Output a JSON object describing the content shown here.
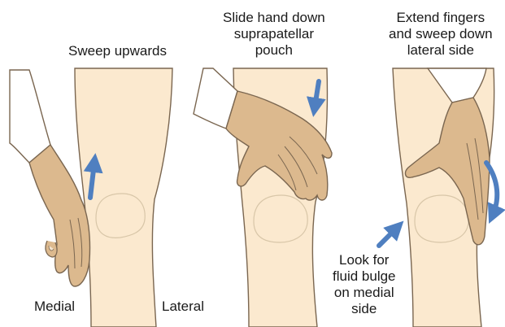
{
  "colors": {
    "skin_leg": "#fbe9cf",
    "skin_hand": "#dcb98e",
    "outline": "#7a6650",
    "sleeve": "#ffffff",
    "arrow": "#4f7fc0",
    "text": "#1a1a1a"
  },
  "panels": [
    {
      "id": "sweep-up",
      "caption_lines": [
        "Sweep upwards"
      ],
      "arrow_direction": "up",
      "labels": {
        "left": "Medial",
        "right": "Lateral"
      }
    },
    {
      "id": "slide-down",
      "caption_lines": [
        "Slide hand down",
        "suprapatellar",
        "pouch"
      ],
      "arrow_direction": "down"
    },
    {
      "id": "extend-sweep",
      "caption_lines": [
        "Extend fingers",
        "and sweep down",
        "lateral side"
      ],
      "arrow_direction": "curved-down",
      "note_lines": [
        "Look for",
        "fluid bulge",
        "on medial",
        "side"
      ],
      "note_arrow_direction": "up-right"
    }
  ]
}
